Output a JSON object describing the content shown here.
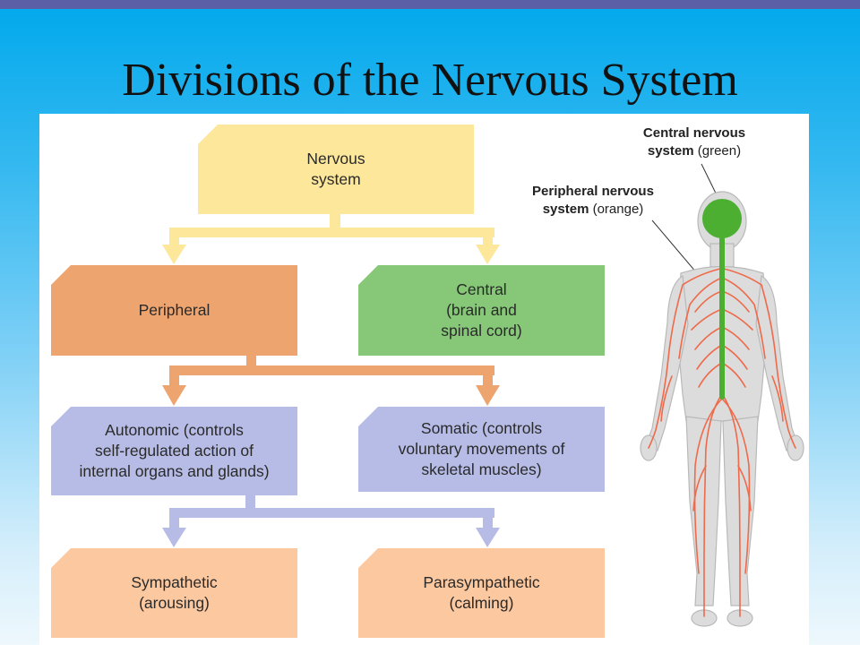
{
  "title": "Divisions of the Nervous System",
  "boxes": {
    "nervous": "Nervous\nsystem",
    "peripheral": "Peripheral",
    "central": "Central\n(brain and\nspinal cord)",
    "autonomic": "Autonomic (controls\nself-regulated action of\ninternal organs and glands)",
    "somatic": "Somatic (controls\nvoluntary movements of\nskeletal muscles)",
    "sympathetic": "Sympathetic\n(arousing)",
    "parasympathetic": "Parasympathetic\n(calming)"
  },
  "callouts": {
    "cns_bold_1": "Central nervous",
    "cns_bold_2": "system",
    "cns_normal": "(green)",
    "pns_bold_1": "Peripheral nervous",
    "pns_bold_2": "system",
    "pns_normal": "(orange)"
  },
  "colors": {
    "nervous": "#fde79a",
    "peripheral": "#eda46f",
    "central": "#86c878",
    "division": "#b7bce6",
    "subdivision": "#fcc8a0",
    "cns_green": "#4caf32",
    "pns_orange": "#ee6a4a"
  }
}
